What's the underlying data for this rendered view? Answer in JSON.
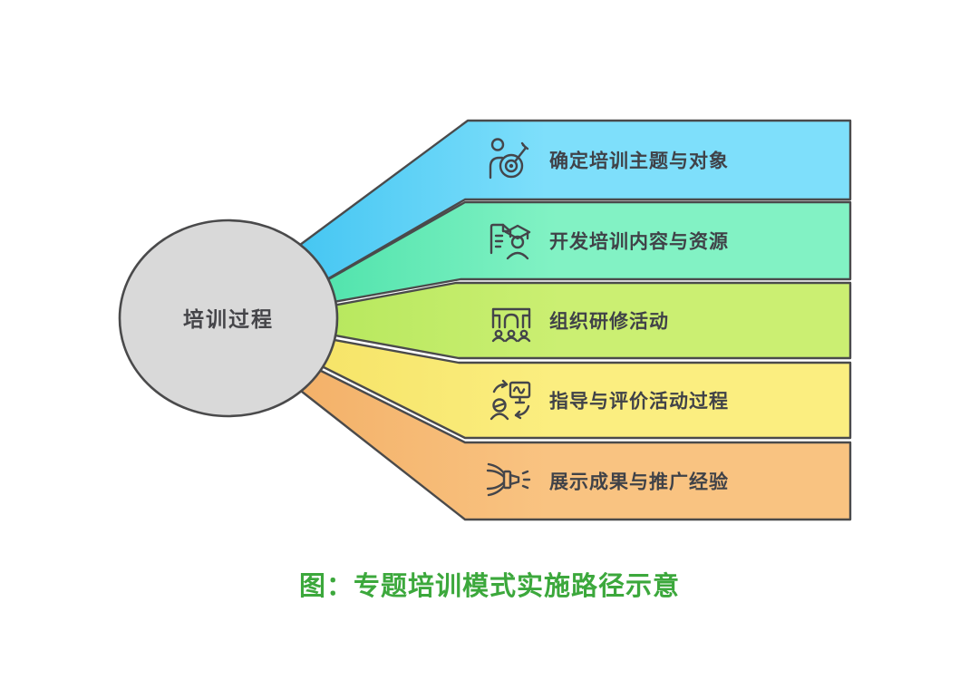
{
  "figure": {
    "center": {
      "label": "培训过程",
      "fill": "#d9d9d9",
      "stroke": "#4a4a4b"
    },
    "outline_color": "#4a4a4b",
    "text_color": "#404248",
    "steps": [
      {
        "label": "确定培训主题与对象",
        "icon": "target-person-icon",
        "color_deep": "#45c6f2",
        "color_light": "#7edffb"
      },
      {
        "label": "开发培训内容与资源",
        "icon": "document-graduate-icon",
        "color_deep": "#50e3ac",
        "color_light": "#82f2c4"
      },
      {
        "label": "组织研修活动",
        "icon": "workshop-group-icon",
        "color_deep": "#b7e85e",
        "color_light": "#cbef72"
      },
      {
        "label": "指导与评价活动过程",
        "icon": "person-chart-cycle-icon",
        "color_deep": "#f6e468",
        "color_light": "#fbee80"
      },
      {
        "label": "展示成果与推广经验",
        "icon": "megaphone-icon",
        "color_deep": "#f3b169",
        "color_light": "#f9c381"
      }
    ],
    "caption": {
      "text": "图：专题培训模式实施路径示意",
      "color": "#3ca83c"
    }
  }
}
